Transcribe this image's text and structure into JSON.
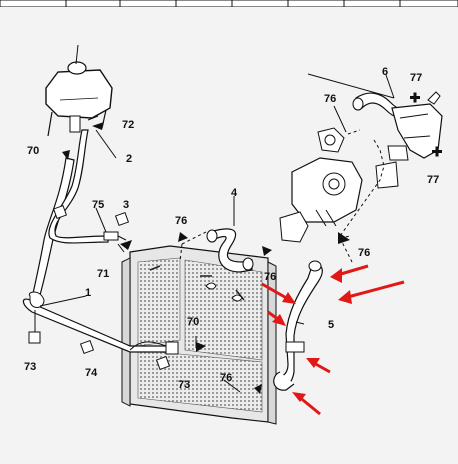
{
  "callouts": {
    "c1": "1",
    "c2": "2",
    "c3": "3",
    "c4": "4",
    "c5": "5",
    "c6": "6",
    "c70a": "70",
    "c70b": "70",
    "c71": "71",
    "c72": "72",
    "c73a": "73",
    "c73b": "73",
    "c74": "74",
    "c75": "75",
    "c76a": "76",
    "c76b": "76",
    "c76c": "76",
    "c76d": "76",
    "c76e": "76",
    "c77a": "77",
    "c77b": "77"
  },
  "colors": {
    "background": "#f3f3f3",
    "line": "#111111",
    "highlight_arrows": "#e01818",
    "radiator_fill": "#e7e7e7"
  }
}
